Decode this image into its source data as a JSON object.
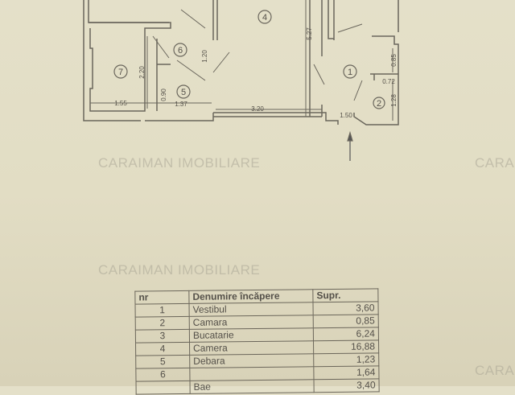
{
  "plan": {
    "rooms": [
      "1",
      "2",
      "4",
      "5",
      "6",
      "7"
    ],
    "dimensions": [
      "1.55",
      "1.37",
      "3.20",
      "1.50",
      "2.20",
      "0.90",
      "1.20",
      "5.27",
      "0.85",
      "0.72",
      "1.28"
    ]
  },
  "watermark": {
    "text_left": "CARAIMAN IMOBILIARE",
    "text_right": "CARA",
    "text_bottom_left": "CARAIMAN IMOBILIARE",
    "text_bottom_right": "CARA"
  },
  "table": {
    "headers": {
      "nr": "nr",
      "name": "Denumire încăpere",
      "area": "Supr."
    },
    "rows": [
      {
        "nr": "1",
        "name": "Vestibul",
        "area": "3,60"
      },
      {
        "nr": "2",
        "name": "Camara",
        "area": "0,85"
      },
      {
        "nr": "3",
        "name": "Bucatarie",
        "area": "6,24"
      },
      {
        "nr": "4",
        "name": "Camera",
        "area": "16,88"
      },
      {
        "nr": "5",
        "name": "Debara",
        "area": "1,23"
      },
      {
        "nr": "6",
        "name": "",
        "area": "1,64"
      },
      {
        "nr": "",
        "name": "Bae",
        "area": "3,40"
      }
    ]
  }
}
